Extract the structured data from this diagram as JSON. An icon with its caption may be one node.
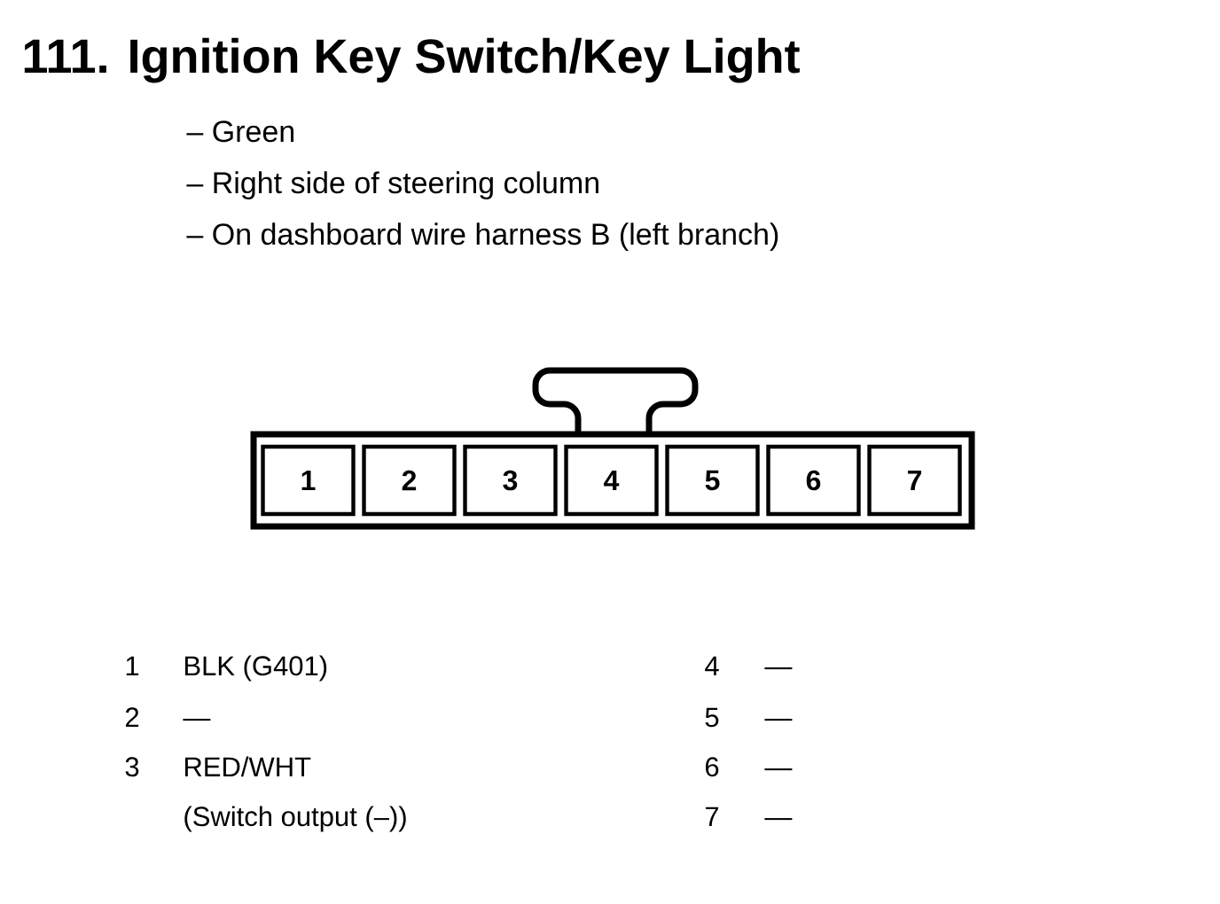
{
  "diagram": {
    "title": "111. Ignition Key Switch/Key Light",
    "nodes": [
      {
        "text": [],
        "shape": "box"
      },
      {
        "text": [
          "1"
        ],
        "in": 0
      },
      {
        "text": [
          "2"
        ],
        "in": 0
      },
      {
        "text": [
          "3"
        ],
        "in": 0
      },
      {
        "text": [
          "4"
        ],
        "in": 0
      },
      {
        "text": [
          "5"
        ],
        "in": 0
      },
      {
        "text": [
          "6"
        ],
        "in": 0
      },
      {
        "text": [
          "7"
        ],
        "in": 0
      }
    ],
    "edges": [],
    "labels": [
      "– Green",
      "– Right side of steering column",
      "– On dashboard wire harness B (left branch)",
      "1",
      "BLK (G401)",
      "4",
      "—",
      "2",
      "—",
      "5",
      "—",
      "3",
      "RED/WHT",
      "6",
      "—",
      "(Switch output (–))",
      "7",
      "—"
    ]
  }
}
